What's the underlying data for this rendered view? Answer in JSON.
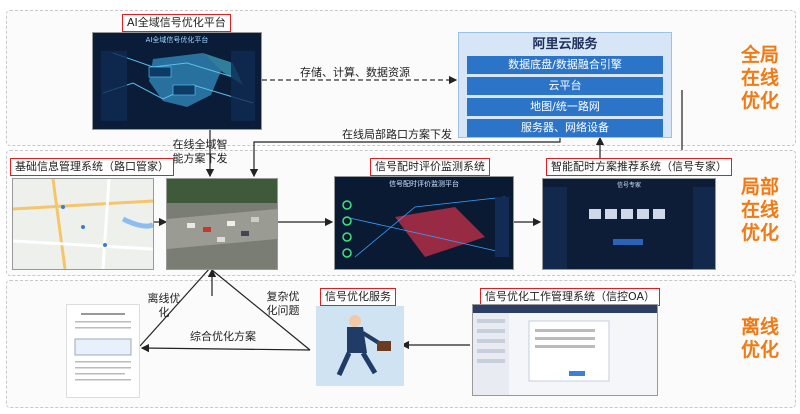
{
  "layers": {
    "global": [
      "全局",
      "在线",
      "优化"
    ],
    "local": [
      "局部",
      "在线",
      "优化"
    ],
    "offline": [
      "离线",
      "优化"
    ]
  },
  "nodes": {
    "ai_platform": "AI全域信号优化平台",
    "ai_screen_title": "AI全域信号优化平台",
    "aliyun": {
      "title": "阿里云服务",
      "rows": [
        "数据底盘/数据融合引擎",
        "云平台",
        "地图/统一路网",
        "服务器、网络设备"
      ]
    },
    "basic_info": "基础信息管理系统（路口管家）",
    "eval_monitor": "信号配时评价监测系统",
    "eval_screen_title": "信号配时评价监测平台",
    "recommend": "智能配时方案推荐系统（信号专家）",
    "recommend_screen_title": "信号专家",
    "optimize_service": "信号优化服务",
    "oa_system": "信号优化工作管理系统（信控OA）"
  },
  "edges": {
    "storage": "存储、计算、数据资源",
    "local_push": "在线局部路口方案下发",
    "global_push": "在线全域智能方案下发",
    "offline_opt": "离线优化",
    "complex_issue": "复杂优化问题",
    "combined_plan": "综合优化方案"
  },
  "colors": {
    "accent": "#f07a13",
    "label_border": "#e02020",
    "ali_row": "#2b74c7"
  }
}
